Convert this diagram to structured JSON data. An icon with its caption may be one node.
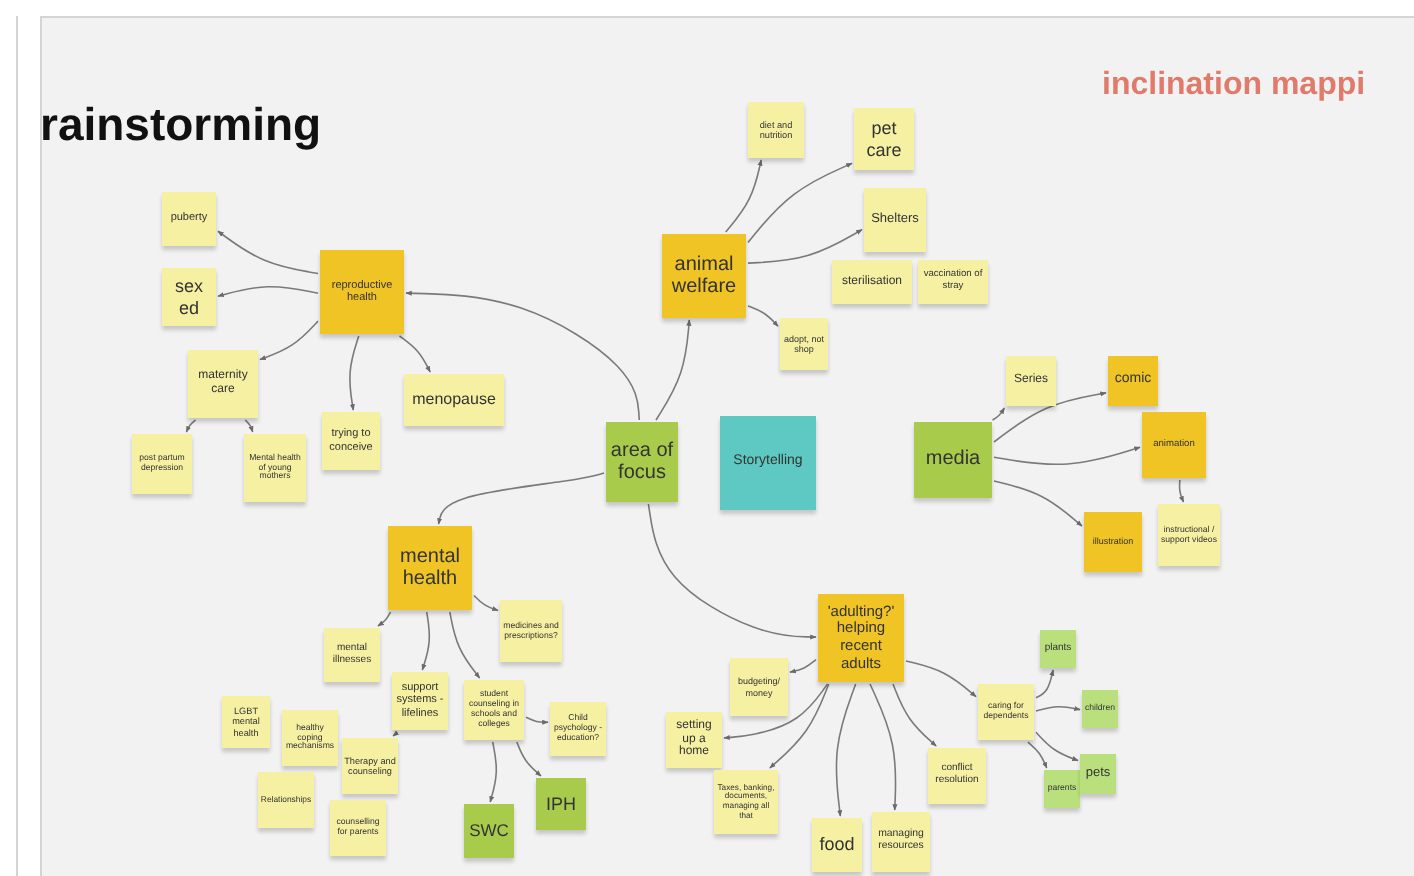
{
  "diagram": {
    "nodes": [
      {
        "text": [
          "area of focus"
        ]
      },
      {
        "text": [
          "Storytelling"
        ]
      },
      {
        "text": [
          "reproductive health"
        ]
      },
      {
        "text": [
          "puberty"
        ]
      },
      {
        "text": [
          "sex ed"
        ]
      },
      {
        "text": [
          "maternity care"
        ]
      },
      {
        "text": [
          "menopause"
        ]
      },
      {
        "text": [
          "trying to conceive"
        ]
      },
      {
        "text": [
          "post partum depression"
        ]
      },
      {
        "text": [
          "Mental health of young mothers"
        ]
      },
      {
        "text": [
          "animal welfare"
        ]
      },
      {
        "text": [
          "diet and nutrition"
        ]
      },
      {
        "text": [
          "pet care"
        ]
      },
      {
        "text": [
          "Shelters"
        ]
      },
      {
        "text": [
          "sterilisation"
        ]
      },
      {
        "text": [
          "vaccination of stray"
        ]
      },
      {
        "text": [
          "adopt, not shop"
        ]
      },
      {
        "text": [
          "media"
        ]
      },
      {
        "text": [
          "Series"
        ]
      },
      {
        "text": [
          "comic"
        ]
      },
      {
        "text": [
          "animation"
        ]
      },
      {
        "text": [
          "illustration"
        ]
      },
      {
        "text": [
          "instructional / support videos"
        ]
      },
      {
        "text": [
          "mental health"
        ]
      },
      {
        "text": [
          "mental illnesses"
        ]
      },
      {
        "text": [
          "medicines and prescriptions?"
        ]
      },
      {
        "text": [
          "support systems - lifelines"
        ]
      },
      {
        "text": [
          "student counseling in schools and colleges"
        ]
      },
      {
        "text": [
          "Child psychology - education?"
        ]
      },
      {
        "text": [
          "LGBT mental health"
        ]
      },
      {
        "text": [
          "healthy coping mechanisms"
        ]
      },
      {
        "text": [
          "Therapy and counseling"
        ]
      },
      {
        "text": [
          "Relationships"
        ]
      },
      {
        "text": [
          "counselling for parents"
        ]
      },
      {
        "text": [
          "SWC"
        ]
      },
      {
        "text": [
          "IPH"
        ]
      },
      {
        "text": [
          "'adulting?' helping recent adults"
        ]
      },
      {
        "text": [
          "budgeting/ money"
        ]
      },
      {
        "text": [
          "setting up a home"
        ]
      },
      {
        "text": [
          "Taxes, banking, documents, managing all that"
        ]
      },
      {
        "text": [
          "food"
        ]
      },
      {
        "text": [
          "conflict resolution"
        ]
      },
      {
        "text": [
          "managing resources"
        ]
      },
      {
        "text": [
          "caring for dependents"
        ]
      },
      {
        "text": [
          "plants"
        ]
      },
      {
        "text": [
          "children"
        ]
      },
      {
        "text": [
          "parents"
        ]
      },
      {
        "text": [
          "pets"
        ]
      }
    ],
    "edges": [
      {
        "from": 0,
        "to": 2,
        "arrow": "to"
      },
      {
        "from": 0,
        "to": 10,
        "arrow": "to"
      },
      {
        "from": 0,
        "to": 23,
        "arrow": "to"
      },
      {
        "from": 0,
        "to": 36,
        "arrow": "to"
      },
      {
        "from": 2,
        "to": 3,
        "arrow": "to"
      },
      {
        "from": 2,
        "to": 4,
        "arrow": "to"
      },
      {
        "from": 2,
        "to": 5,
        "arrow": "to"
      },
      {
        "from": 2,
        "to": 7,
        "arrow": "to"
      },
      {
        "from": 2,
        "to": 6,
        "arrow": "to"
      },
      {
        "from": 5,
        "to": 8,
        "arrow": "to"
      },
      {
        "from": 5,
        "to": 9,
        "arrow": "to"
      },
      {
        "from": 10,
        "to": 11,
        "arrow": "to"
      },
      {
        "from": 10,
        "to": 12,
        "arrow": "to"
      },
      {
        "from": 10,
        "to": 13,
        "arrow": "to"
      },
      {
        "from": 10,
        "to": 16,
        "arrow": "to"
      },
      {
        "from": 17,
        "to": 18,
        "arrow": "to"
      },
      {
        "from": 17,
        "to": 19,
        "arrow": "to"
      },
      {
        "from": 17,
        "to": 20,
        "arrow": "to"
      },
      {
        "from": 17,
        "to": 21,
        "arrow": "to"
      },
      {
        "from": 20,
        "to": 22,
        "arrow": "to"
      },
      {
        "from": 23,
        "to": 24,
        "arrow": "to"
      },
      {
        "from": 23,
        "to": 25,
        "arrow": "to"
      },
      {
        "from": 23,
        "to": 26,
        "arrow": "to"
      },
      {
        "from": 23,
        "to": 27,
        "arrow": "to"
      },
      {
        "from": 26,
        "to": 31,
        "arrow": "to"
      },
      {
        "from": 27,
        "to": 28,
        "arrow": "to"
      },
      {
        "from": 27,
        "to": 34,
        "arrow": "to"
      },
      {
        "from": 27,
        "to": 35,
        "arrow": "to"
      },
      {
        "from": 36,
        "to": 37,
        "arrow": "to"
      },
      {
        "from": 36,
        "to": 38,
        "arrow": "to"
      },
      {
        "from": 36,
        "to": 39,
        "arrow": "to"
      },
      {
        "from": 36,
        "to": 40,
        "arrow": "to"
      },
      {
        "from": 36,
        "to": 42,
        "arrow": "to"
      },
      {
        "from": 36,
        "to": 41,
        "arrow": "to"
      },
      {
        "from": 36,
        "to": 43,
        "arrow": "to"
      },
      {
        "from": 43,
        "to": 44,
        "arrow": "to"
      },
      {
        "from": 43,
        "to": 45,
        "arrow": "to"
      },
      {
        "from": 43,
        "to": 47,
        "arrow": "to"
      },
      {
        "from": 43,
        "to": 46,
        "arrow": "to"
      }
    ],
    "labels": [
      "rainstorming",
      "inclination mappi"
    ]
  }
}
